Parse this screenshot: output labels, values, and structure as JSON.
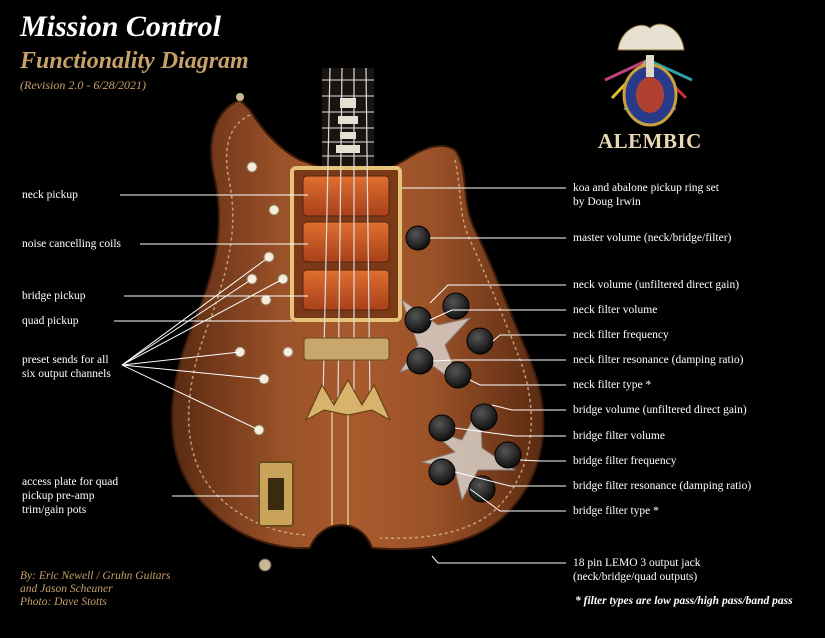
{
  "header": {
    "title": "Mission Control",
    "subtitle": "Functionality Diagram",
    "revision": "(Revision 2.0 - 6/28/2021)"
  },
  "brand": {
    "name": "ALEMBIC",
    "logo_icon": "alembic-logo-icon"
  },
  "left_labels": {
    "neck_pickup": "neck pickup",
    "noise_coils": "noise cancelling coils",
    "bridge_pickup": "bridge pickup",
    "quad_pickup": "quad pickup",
    "preset_sends": [
      "preset sends for all",
      "six output channels"
    ],
    "access_plate": [
      "access plate for quad",
      "pickup pre-amp",
      "trim/gain pots"
    ]
  },
  "right_labels": {
    "pickup_ring": [
      "koa and abalone pickup ring set",
      "by Doug Irwin"
    ],
    "master_volume": "master volume (neck/bridge/filter)",
    "neck_volume": "neck volume (unfiltered direct gain)",
    "neck_filter_volume": "neck filter volume",
    "neck_filter_frequency": "neck filter frequency",
    "neck_filter_resonance": "neck filter resonance (damping ratio)",
    "neck_filter_type": "neck filter type *",
    "bridge_volume": "bridge volume (unfiltered direct gain)",
    "bridge_filter_volume": "bridge filter volume",
    "bridge_filter_frequency": "bridge filter frequency",
    "bridge_filter_resonance": "bridge filter resonance (damping ratio)",
    "bridge_filter_type": "bridge filter type *",
    "output_jack": [
      "18 pin LEMO 3 output jack",
      "(neck/bridge/quad outputs)"
    ]
  },
  "credits": [
    "By:  Eric Newell / Gruhn Guitars",
    "and Jason Scheuner",
    "Photo: Dave Stotts"
  ],
  "footnote": "* filter types are low pass/high pass/band pass",
  "colors": {
    "background": "#000000",
    "accent": "#c8a06a",
    "wood": "#8a4a22",
    "pickup": "#c8561e"
  }
}
